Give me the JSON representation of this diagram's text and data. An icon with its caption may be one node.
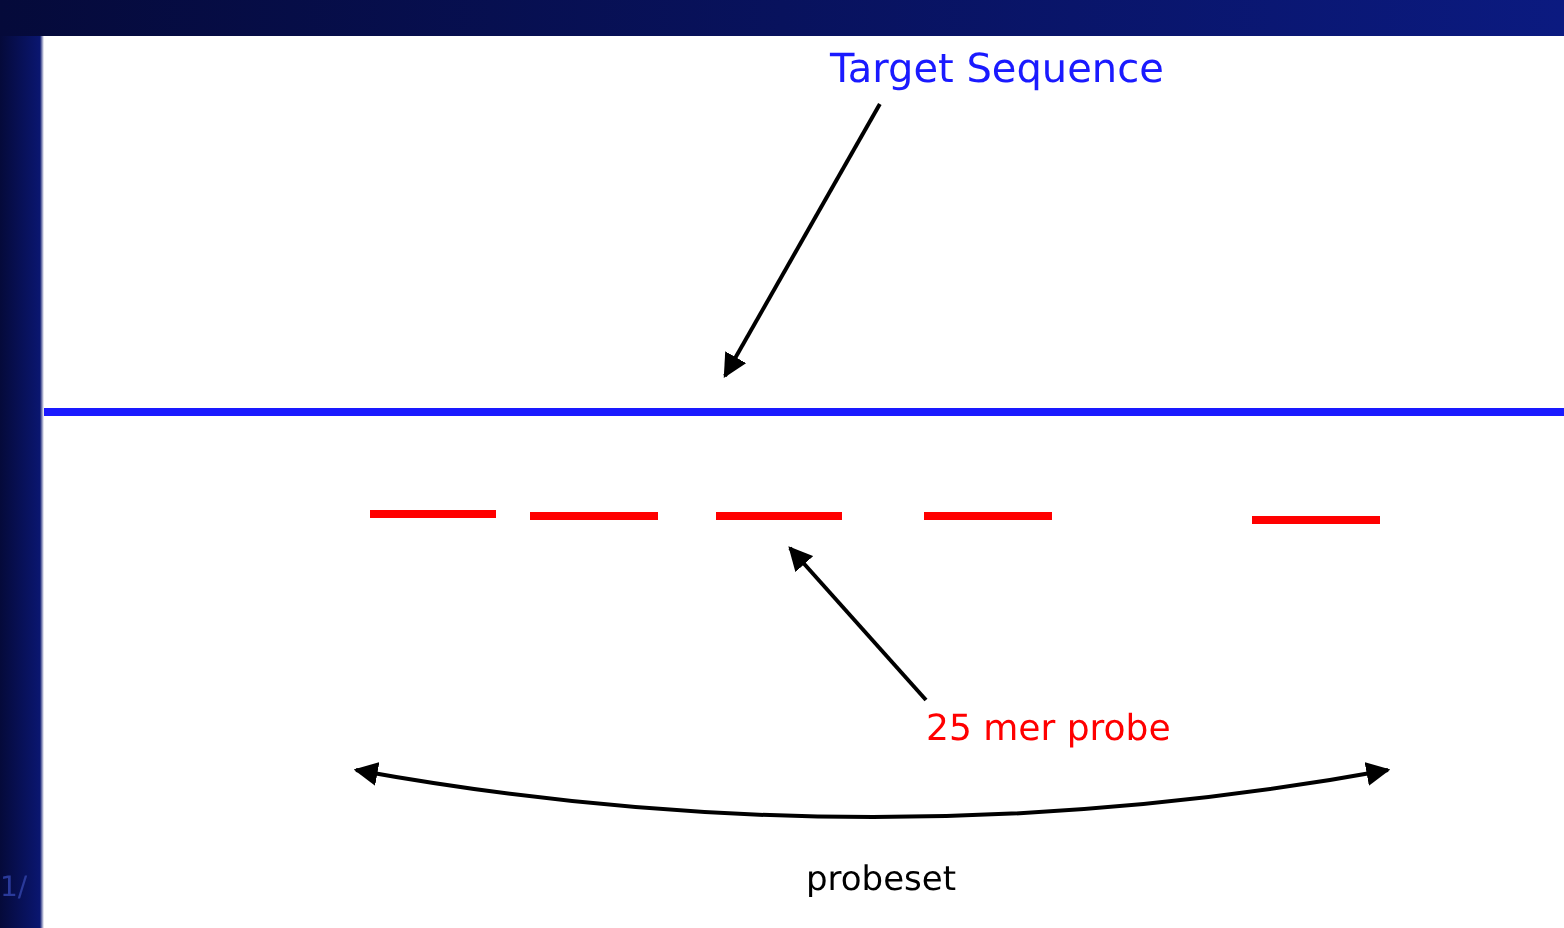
{
  "diagram": {
    "nodes": [
      {
        "text": [
          "Target Sequence"
        ]
      },
      {
        "text": [],
        "shape": "bar"
      },
      {
        "text": [],
        "shape": "bar"
      },
      {
        "text": [],
        "shape": "bar"
      },
      {
        "text": [],
        "shape": "bar"
      },
      {
        "text": [],
        "shape": "bar"
      },
      {
        "text": [],
        "shape": "bar"
      },
      {
        "text": [
          "25 mer probe"
        ]
      }
    ],
    "edges": [
      {
        "from": 0,
        "to": 1,
        "arrow": "to"
      },
      {
        "from": 7,
        "to": 4,
        "arrow": "to"
      }
    ],
    "labels": [
      "probeset",
      "1/"
    ]
  }
}
